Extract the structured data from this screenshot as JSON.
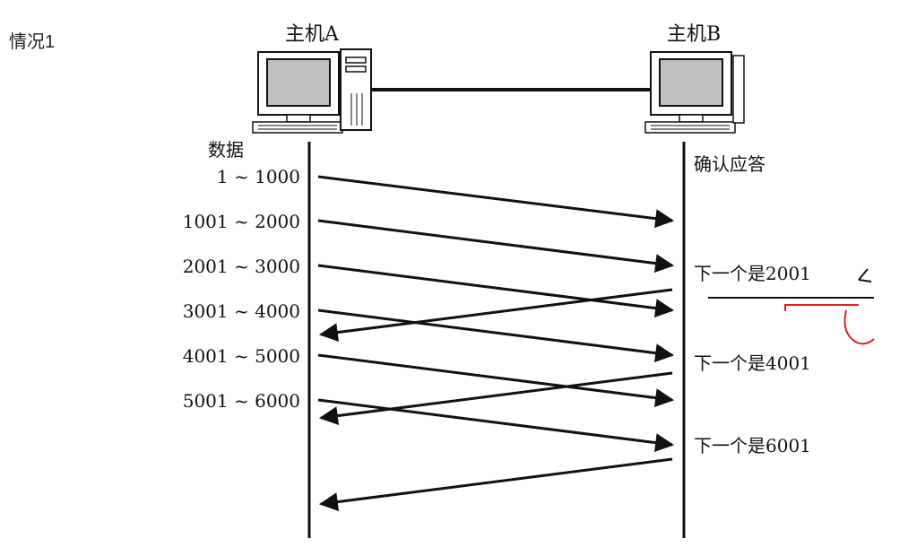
{
  "case_label": "情况1",
  "host_a": {
    "label": "主机A"
  },
  "host_b": {
    "label": "主机B"
  },
  "data_header": "数据",
  "ack_header": "确认应答",
  "data_segments": [
    "1 ~ 1000",
    "1001 ~ 2000",
    "2001 ~ 3000",
    "3001 ~ 4000",
    "4001 ~ 5000",
    "5001 ~ 6000"
  ],
  "acks": [
    "下一个是2001",
    "下一个是4001",
    "下一个是6001"
  ],
  "colors": {
    "line": "#111111",
    "annotation": "#e02020",
    "screen": "#bfbfbf"
  }
}
